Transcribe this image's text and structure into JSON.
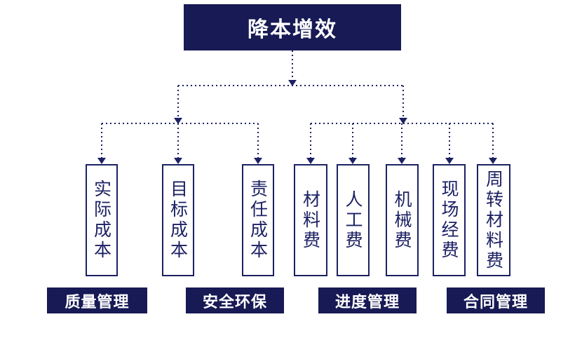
{
  "root": {
    "label": "降本增效"
  },
  "children": [
    {
      "id": "actual-cost",
      "label": "实际成本"
    },
    {
      "id": "target-cost",
      "label": "目标成本"
    },
    {
      "id": "responsibility-cost",
      "label": "责任成本"
    },
    {
      "id": "material-fee",
      "label": "材料费"
    },
    {
      "id": "labor-fee",
      "label": "人工费"
    },
    {
      "id": "machinery-fee",
      "label": "机械费"
    },
    {
      "id": "site-fee",
      "label": "现场经费"
    },
    {
      "id": "turnover-material-fee",
      "label": "周转材料费"
    }
  ],
  "tags": [
    {
      "id": "quality",
      "label": "质量管理"
    },
    {
      "id": "safety",
      "label": "安全环保"
    },
    {
      "id": "schedule",
      "label": "进度管理"
    },
    {
      "id": "contract",
      "label": "合同管理"
    }
  ],
  "colors": {
    "primary": "#171a54",
    "border": "#1c2163",
    "connector": "#1c2163"
  }
}
